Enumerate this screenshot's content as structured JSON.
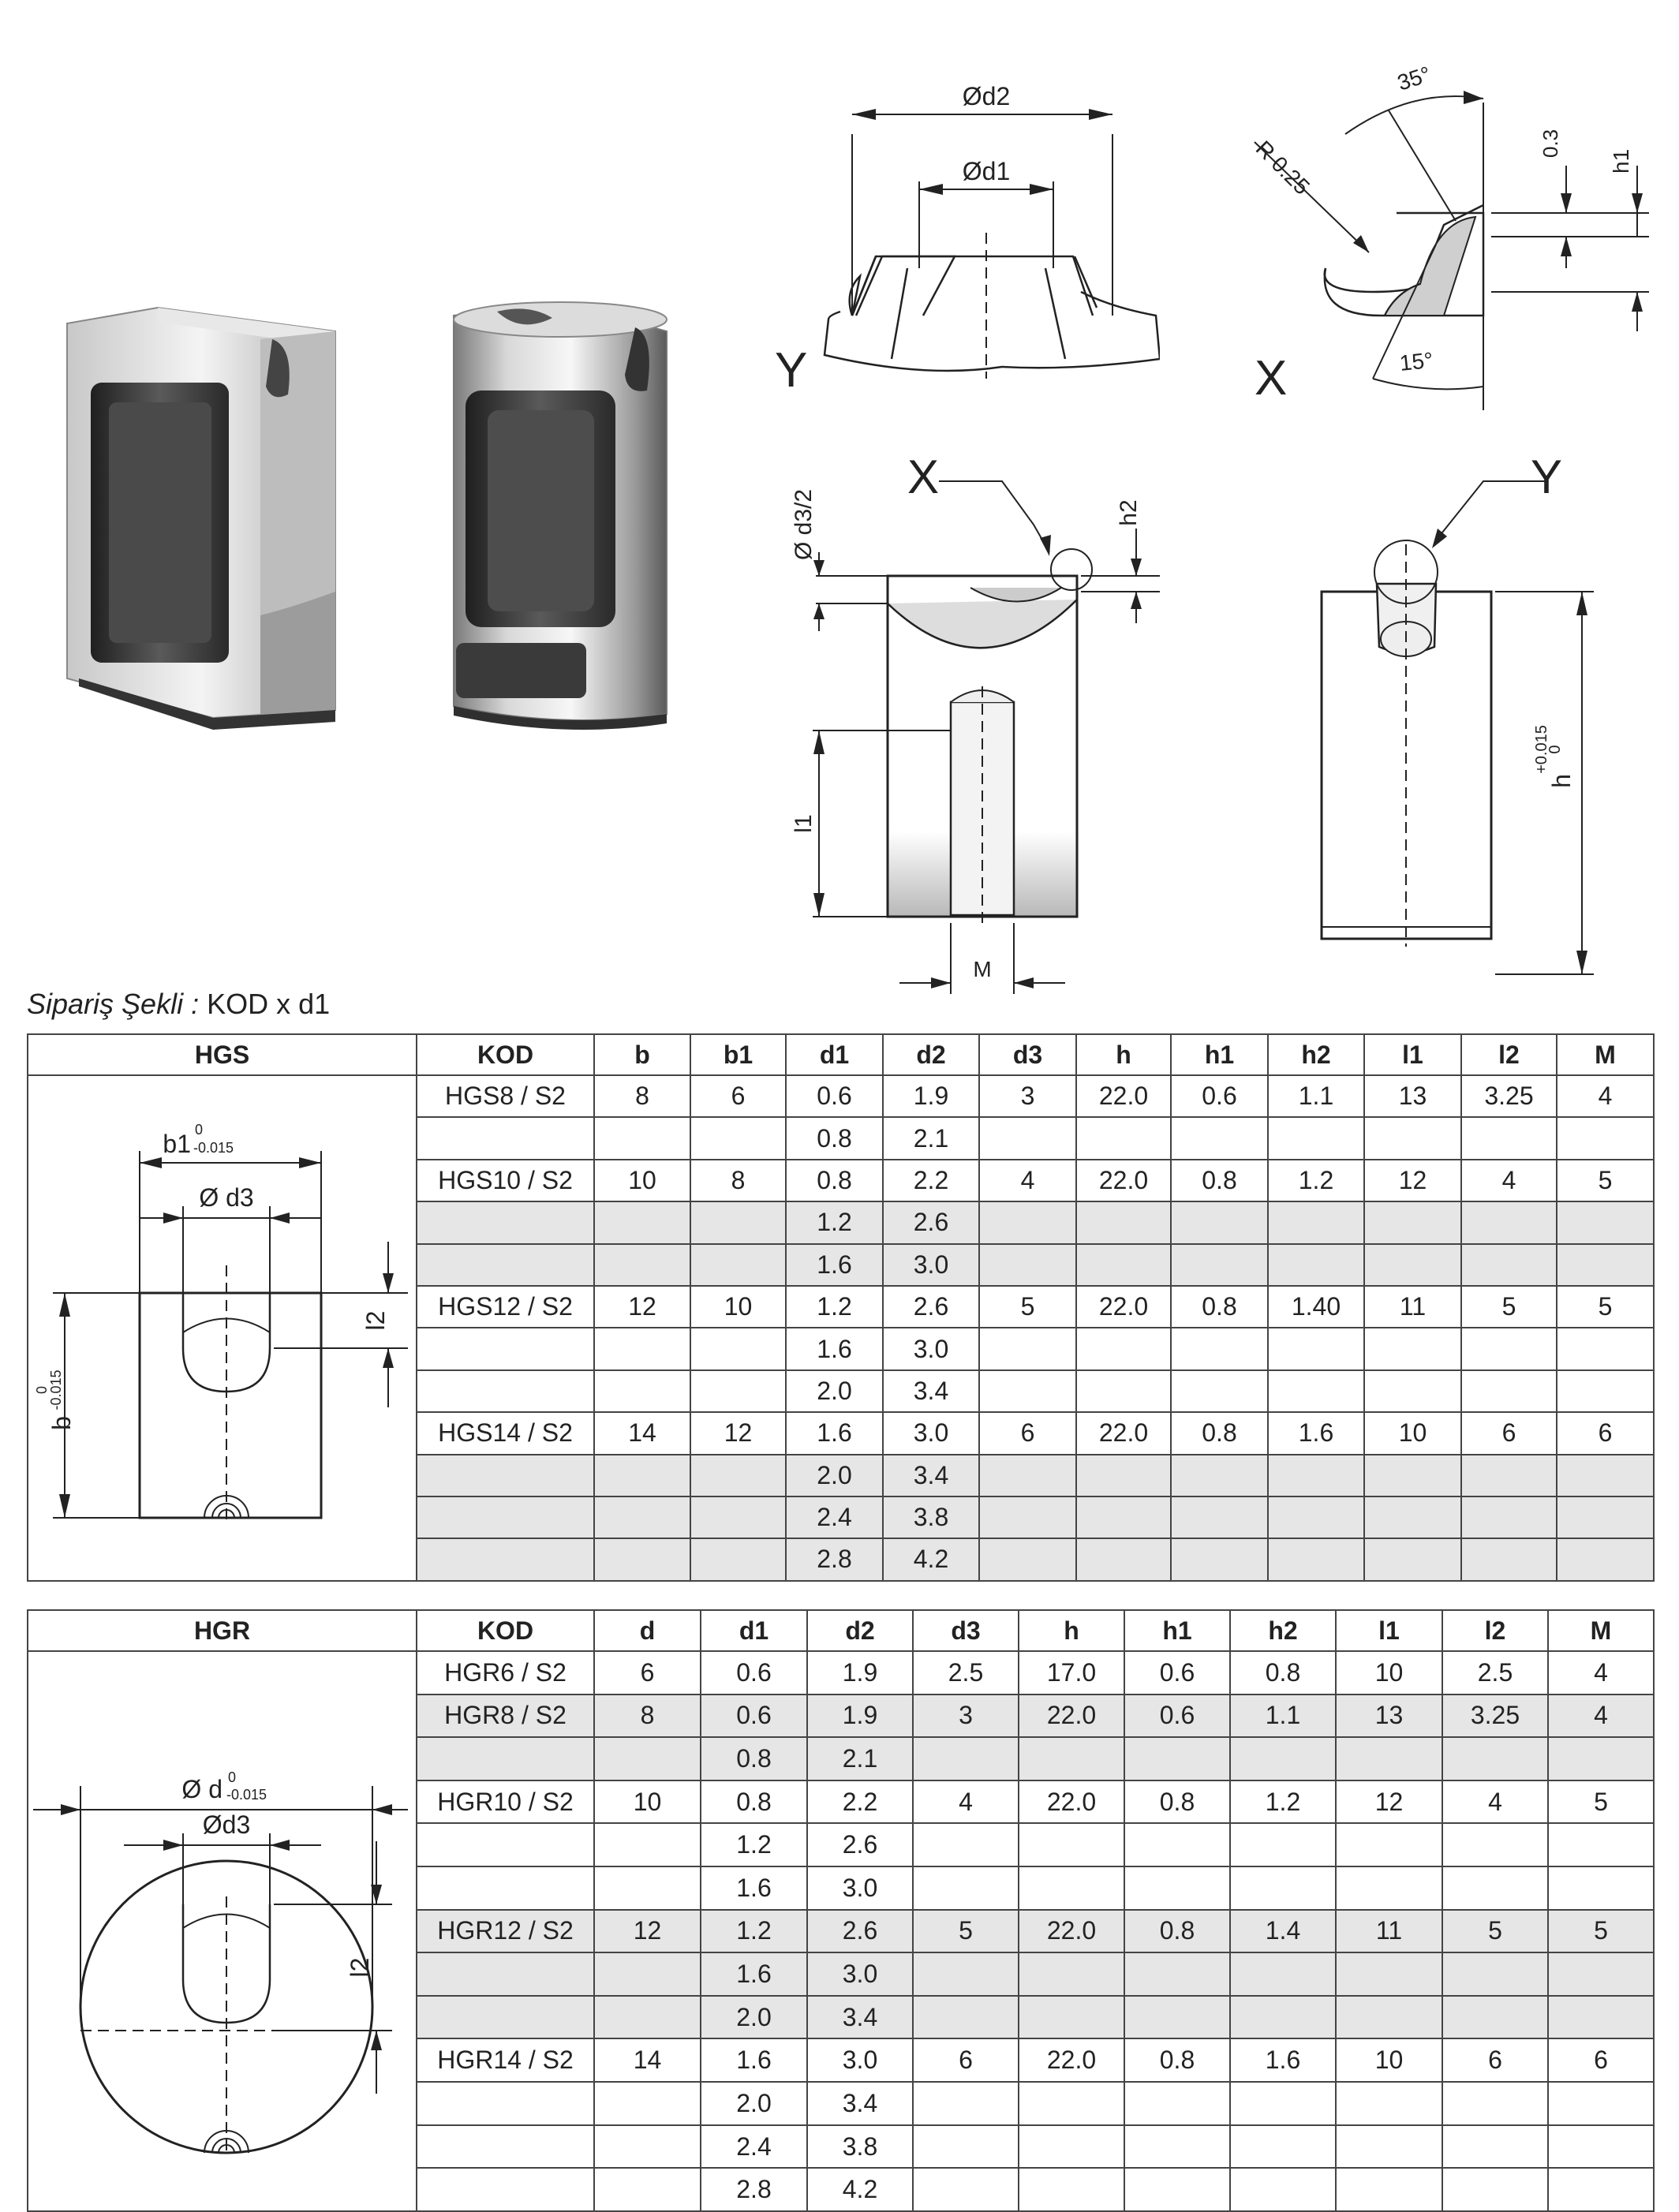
{
  "order_line": {
    "label": "Sipariş Şekli :",
    "value": "KOD x d1"
  },
  "drawing_labels": {
    "od2": "Ød2",
    "od1": "Ød1",
    "Y": "Y",
    "X": "X",
    "angle35": "35°",
    "angle15": "15°",
    "r025": "R 0.25",
    "dim03": "0.3",
    "h1": "h1",
    "od3_2": "Ø d3/2",
    "h2": "h2",
    "l1": "l1",
    "M": "M",
    "h_tol": "h",
    "h_tol_sup": "+0.015",
    "h_tol_sub": "0"
  },
  "hgs": {
    "headers": [
      "HGS",
      "KOD",
      "b",
      "b1",
      "d1",
      "d2",
      "d3",
      "h",
      "h1",
      "h2",
      "l1",
      "l2",
      "M"
    ],
    "fig": {
      "b1": "b1",
      "b1_tol_sup": "0",
      "b1_tol_sub": "-0.015",
      "od3": "Ø d3",
      "b": "b",
      "b_tol_sup": "0",
      "b_tol_sub": "-0.015",
      "l2": "l2"
    },
    "rows": [
      [
        "HGS8 / S2",
        "8",
        "6",
        "0.6",
        "1.9",
        "3",
        "22.0",
        "0.6",
        "1.1",
        "13",
        "3.25",
        "4"
      ],
      [
        "",
        "",
        "",
        "0.8",
        "2.1",
        "",
        "",
        "",
        "",
        "",
        "",
        ""
      ],
      [
        "HGS10 / S2",
        "10",
        "8",
        "0.8",
        "2.2",
        "4",
        "22.0",
        "0.8",
        "1.2",
        "12",
        "4",
        "5"
      ],
      [
        "",
        "",
        "",
        "1.2",
        "2.6",
        "",
        "",
        "",
        "",
        "",
        "",
        ""
      ],
      [
        "",
        "",
        "",
        "1.6",
        "3.0",
        "",
        "",
        "",
        "",
        "",
        "",
        ""
      ],
      [
        "HGS12 / S2",
        "12",
        "10",
        "1.2",
        "2.6",
        "5",
        "22.0",
        "0.8",
        "1.40",
        "11",
        "5",
        "5"
      ],
      [
        "",
        "",
        "",
        "1.6",
        "3.0",
        "",
        "",
        "",
        "",
        "",
        "",
        ""
      ],
      [
        "",
        "",
        "",
        "2.0",
        "3.4",
        "",
        "",
        "",
        "",
        "",
        "",
        ""
      ],
      [
        "HGS14 / S2",
        "14",
        "12",
        "1.6",
        "3.0",
        "6",
        "22.0",
        "0.8",
        "1.6",
        "10",
        "6",
        "6"
      ],
      [
        "",
        "",
        "",
        "2.0",
        "3.4",
        "",
        "",
        "",
        "",
        "",
        "",
        ""
      ],
      [
        "",
        "",
        "",
        "2.4",
        "3.8",
        "",
        "",
        "",
        "",
        "",
        "",
        ""
      ],
      [
        "",
        "",
        "",
        "2.8",
        "4.2",
        "",
        "",
        "",
        "",
        "",
        "",
        ""
      ]
    ],
    "shaded": [
      false,
      false,
      false,
      true,
      true,
      false,
      false,
      false,
      false,
      true,
      true,
      true
    ]
  },
  "hgr": {
    "headers": [
      "HGR",
      "KOD",
      "d",
      "d1",
      "d2",
      "d3",
      "h",
      "h1",
      "h2",
      "l1",
      "l2",
      "M"
    ],
    "fig": {
      "od": "Ø d",
      "od_tol_sup": "0",
      "od_tol_sub": "-0.015",
      "od3": "Ød3",
      "l2": "l2"
    },
    "rows": [
      [
        "HGR6 / S2",
        "6",
        "0.6",
        "1.9",
        "2.5",
        "17.0",
        "0.6",
        "0.8",
        "10",
        "2.5",
        "4"
      ],
      [
        "HGR8 / S2",
        "8",
        "0.6",
        "1.9",
        "3",
        "22.0",
        "0.6",
        "1.1",
        "13",
        "3.25",
        "4"
      ],
      [
        "",
        "",
        "0.8",
        "2.1",
        "",
        "",
        "",
        "",
        "",
        "",
        ""
      ],
      [
        "HGR10 / S2",
        "10",
        "0.8",
        "2.2",
        "4",
        "22.0",
        "0.8",
        "1.2",
        "12",
        "4",
        "5"
      ],
      [
        "",
        "",
        "1.2",
        "2.6",
        "",
        "",
        "",
        "",
        "",
        "",
        ""
      ],
      [
        "",
        "",
        "1.6",
        "3.0",
        "",
        "",
        "",
        "",
        "",
        "",
        ""
      ],
      [
        "HGR12 / S2",
        "12",
        "1.2",
        "2.6",
        "5",
        "22.0",
        "0.8",
        "1.4",
        "11",
        "5",
        "5"
      ],
      [
        "",
        "",
        "1.6",
        "3.0",
        "",
        "",
        "",
        "",
        "",
        "",
        ""
      ],
      [
        "",
        "",
        "2.0",
        "3.4",
        "",
        "",
        "",
        "",
        "",
        "",
        ""
      ],
      [
        "HGR14 / S2",
        "14",
        "1.6",
        "3.0",
        "6",
        "22.0",
        "0.8",
        "1.6",
        "10",
        "6",
        "6"
      ],
      [
        "",
        "",
        "2.0",
        "3.4",
        "",
        "",
        "",
        "",
        "",
        "",
        ""
      ],
      [
        "",
        "",
        "2.4",
        "3.8",
        "",
        "",
        "",
        "",
        "",
        "",
        ""
      ],
      [
        "",
        "",
        "2.8",
        "4.2",
        "",
        "",
        "",
        "",
        "",
        "",
        ""
      ]
    ],
    "shaded": [
      false,
      true,
      true,
      false,
      false,
      false,
      true,
      true,
      true,
      false,
      false,
      false,
      false
    ]
  }
}
